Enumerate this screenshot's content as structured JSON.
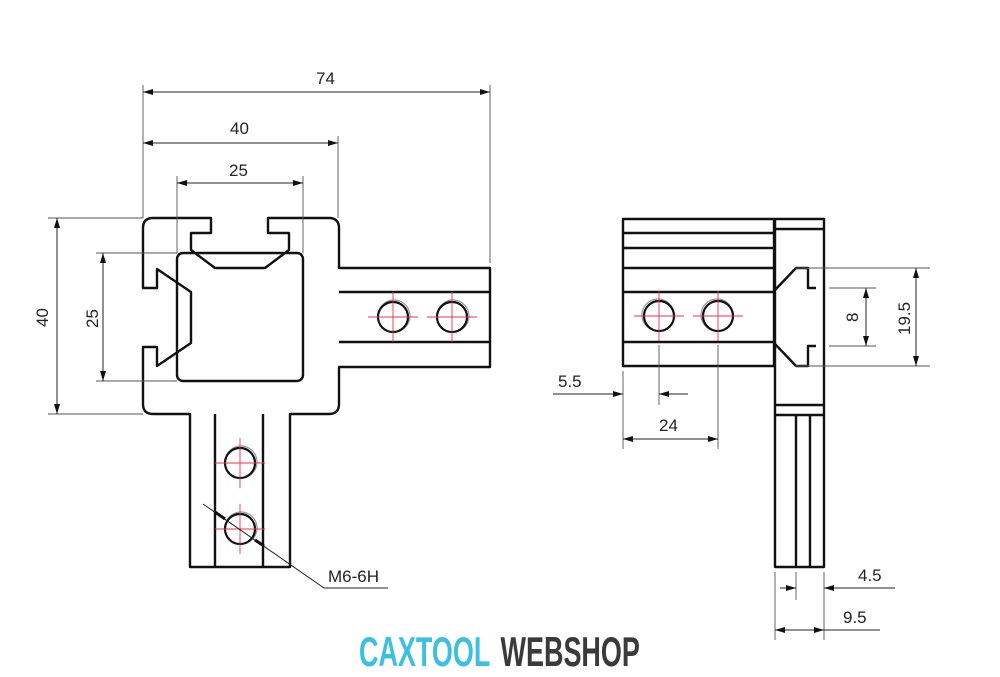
{
  "drawing": {
    "front_view": {
      "dimensions": {
        "overall_width": "74",
        "body_width": "40",
        "slot_width": "25",
        "body_height": "40",
        "slot_height": "25"
      },
      "thread_callout": "M6-6H"
    },
    "side_view": {
      "dimensions": {
        "slot_outer": "19.5",
        "slot_inner": "8",
        "hole_offset": "5.5",
        "hole_pitch": "24",
        "leg_inner": "4.5",
        "leg_width": "9.5"
      }
    }
  },
  "logo": {
    "part1": "CAXTOOL",
    "part2": "WEBSHOP",
    "color1": "#3cc0e2",
    "color2": "#3a3a3a"
  }
}
